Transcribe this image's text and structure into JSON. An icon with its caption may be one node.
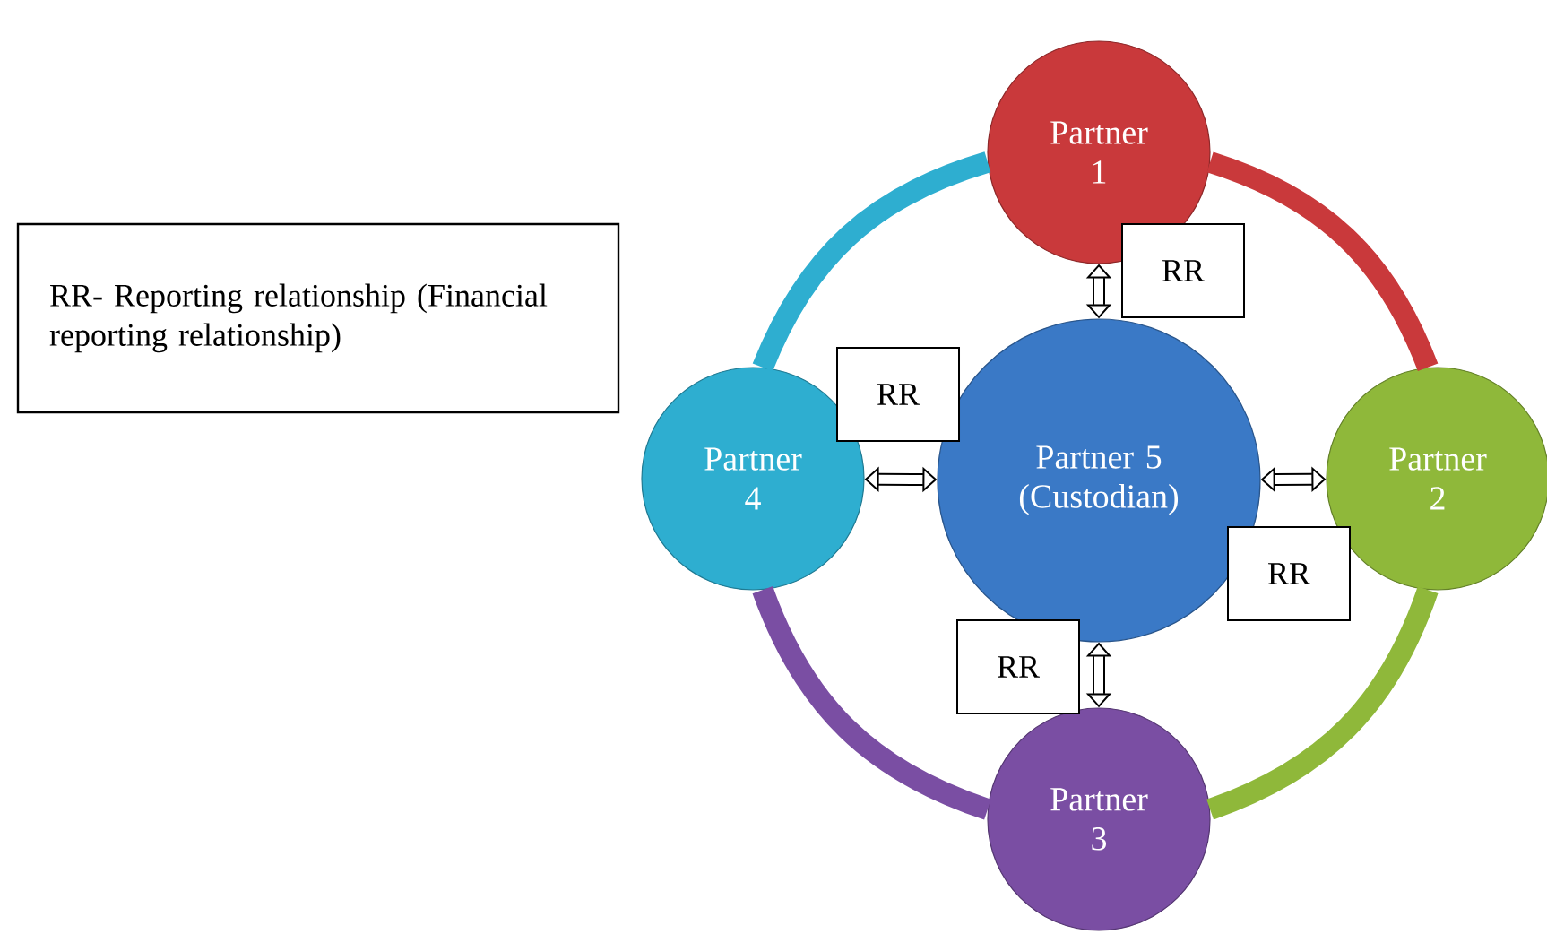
{
  "diagram": {
    "nodes": [
      {
        "text": [
          "Partner 1"
        ]
      },
      {
        "text": [
          "RR- Reporting relationship (Financial reporting relationship)"
        ]
      },
      {
        "text": [
          "Partner 4"
        ]
      },
      {
        "text": [
          "Partner 5 (Custodian)"
        ]
      },
      {
        "text": [
          "Partner 2"
        ]
      },
      {
        "text": [
          "Partner 3"
        ]
      }
    ],
    "edges": [
      {
        "from": 0,
        "to": 3,
        "arrow": "both",
        "label": "RR"
      },
      {
        "from": 2,
        "to": 3,
        "arrow": "both",
        "label": "RR"
      },
      {
        "from": 3,
        "to": 4,
        "arrow": "both",
        "label": "RR"
      },
      {
        "from": 3,
        "to": 5,
        "arrow": "both",
        "label": "RR"
      },
      {
        "from": 0,
        "to": 4,
        "arrow": "none",
        "color": "#c9393b"
      },
      {
        "from": 4,
        "to": 5,
        "arrow": "none",
        "color": "#8fb83a"
      },
      {
        "from": 5,
        "to": 2,
        "arrow": "none",
        "color": "#7a4ea3"
      },
      {
        "from": 2,
        "to": 0,
        "arrow": "none",
        "color": "#2eaed0"
      }
    ]
  }
}
